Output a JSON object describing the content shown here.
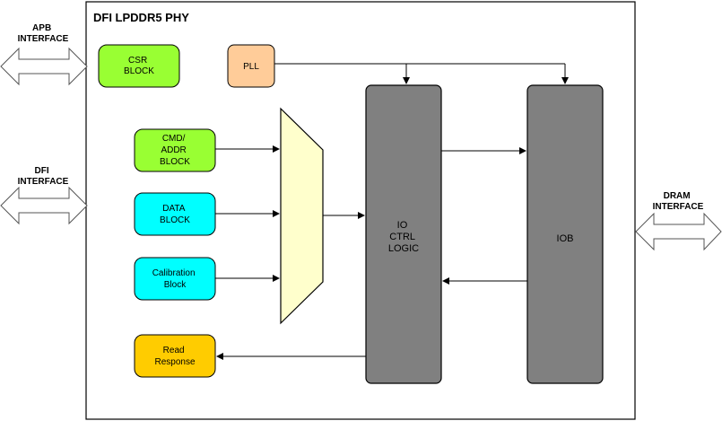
{
  "title": "DFI LPDDR5 PHY",
  "interfaces": {
    "apb": [
      "APB",
      "INTERFACE"
    ],
    "dfi": [
      "DFI",
      "INTERFACE"
    ],
    "dram": [
      "DRAM",
      "INTERFACE"
    ]
  },
  "blocks": {
    "csr": [
      "CSR",
      "BLOCK"
    ],
    "pll": [
      "PLL"
    ],
    "cmd_addr": [
      "CMD/",
      "ADDR",
      "BLOCK"
    ],
    "data": [
      "DATA",
      "BLOCK"
    ],
    "calibration": [
      "Calibration",
      "Block"
    ],
    "read_response": [
      "Read",
      "Response"
    ],
    "io_ctrl": [
      "IO",
      "CTRL",
      "LOGIC"
    ],
    "iob": [
      "IOB"
    ]
  },
  "colors": {
    "csr": "#99ff33",
    "pll": "#ffcc99",
    "cmd_addr": "#99ff33",
    "data": "#00ffff",
    "calibration": "#00ffff",
    "read_response": "#ffcc00",
    "mux": "#ffffcc",
    "io_ctrl": "#808080",
    "iob": "#808080",
    "frame": "#000000"
  }
}
